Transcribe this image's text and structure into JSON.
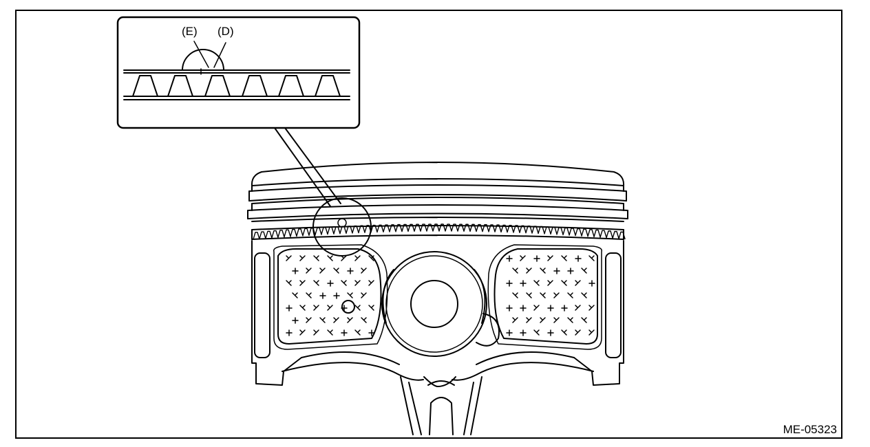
{
  "labels": {
    "e": "(E)",
    "d": "(D)"
  },
  "figure_code": "ME-05323",
  "colors": {
    "line": "#000000",
    "background": "#ffffff"
  }
}
